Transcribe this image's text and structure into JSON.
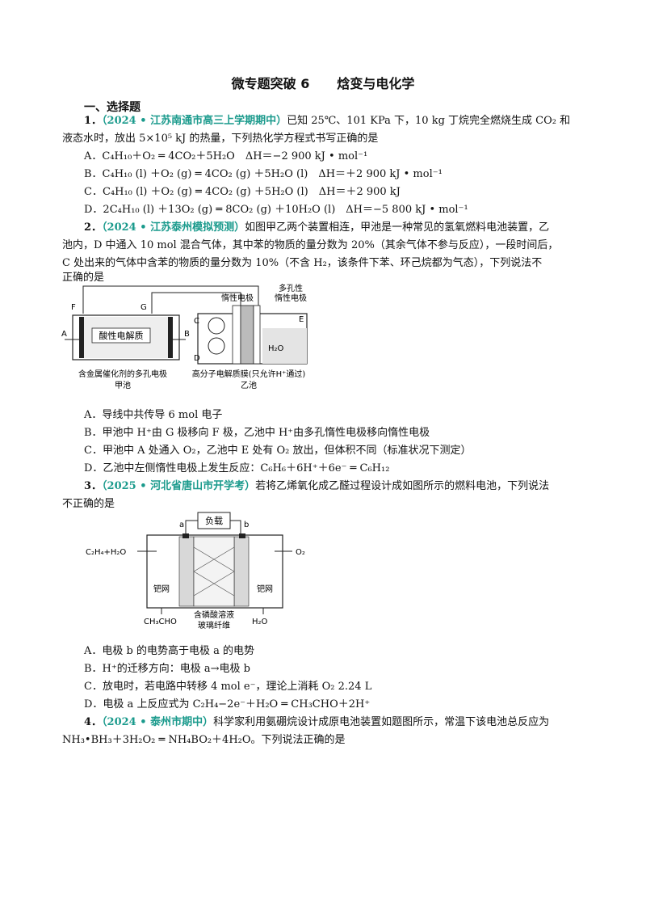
{
  "title": {
    "part1": "微专题突破 6",
    "part2": "焓变与电化学"
  },
  "section": "一、选择题",
  "q1": {
    "num": "1．",
    "source": "（2024 • 江苏南通市高三上学期期中）",
    "stem1": "已知 25℃、101 KPa 下，10 kg 丁烷完全燃烧生成 CO₂ 和",
    "stem2": "液态水时，放出 5×10⁵ kJ 的热量，下列热化学方程式书写正确的是",
    "A": "A．C₄H₁₀＋O₂ ═ 4CO₂＋5H₂O　ΔH＝−2 900 kJ • mol⁻¹",
    "B": "B．C₄H₁₀ (l) ＋O₂ (g) ═ 4CO₂ (g) ＋5H₂O (l)　ΔH＝＋2 900 kJ • mol⁻¹",
    "C": "C．C₄H₁₀ (l) ＋O₂ (g) ═ 4CO₂ (g) ＋5H₂O (l)　ΔH＝＋2 900 kJ",
    "D": "D．2C₄H₁₀ (l) ＋13O₂ (g) ═ 8CO₂ (g) ＋10H₂O (l)　ΔH＝−5 800 kJ • mol⁻¹"
  },
  "q2": {
    "num": "2．",
    "source": "（2024 • 江苏泰州模拟预测）",
    "stem1": "如图甲乙两个装置相连，甲池是一种常见的氢氧燃料电池装置，乙",
    "stem2": "池内，D 中通入 10 mol 混合气体，其中苯的物质的量分数为 20%（其余气体不参与反应），一段时间后，",
    "stem3": "C 处出来的气体中含苯的物质的量分数为 10%（不含 H₂，该条件下苯、环己烷都为气态），下列说法不",
    "stem4": "正确的是",
    "fig": {
      "F": "F",
      "G": "G",
      "A": "A",
      "B": "B",
      "C": "C",
      "D": "D",
      "E": "E",
      "electrolyte": "酸性电解质",
      "inert": "惰性电极",
      "porous1": "多孔性",
      "porous2": "惰性电极",
      "h2o": "H₂O",
      "cap1": "含金属催化剂的多孔电极",
      "cap2": "甲池",
      "cap3": "高分子电解质膜(只允许H⁺通过)",
      "cap4": "乙池"
    },
    "A": "A．导线中共传导 6 mol 电子",
    "B": "B．甲池中 H⁺由 G 极移向 F 极，乙池中 H⁺由多孔惰性电极移向惰性电极",
    "C": "C．甲池中 A 处通入 O₂，乙池中 E 处有 O₂ 放出，但体积不同（标准状况下测定）",
    "D": "D．乙池中左侧惰性电极上发生反应：C₆H₆＋6H⁺＋6e⁻ ═ C₆H₁₂"
  },
  "q3": {
    "num": "3．",
    "source": "（2025 • 河北省唐山市开学考）",
    "stem1": "若将乙烯氧化成乙醛过程设计成如图所示的燃料电池，下列说法",
    "stem2": "不正确的是",
    "fig": {
      "load": "负载",
      "a": "a",
      "b": "b",
      "in_left": "C₂H₄+H₂O",
      "in_right": "O₂",
      "pd_left": "钯网",
      "pd_right": "钯网",
      "mid1": "含磷酸溶液",
      "mid2": "玻璃纤维",
      "out_left": "CH₃CHO",
      "out_right": "H₂O"
    },
    "A": "A．电极 b 的电势高于电极 a 的电势",
    "B": "B．H⁺的迁移方向：电极 a→电极 b",
    "C": "C．放电时，若电路中转移 4 mol e⁻，理论上消耗 O₂ 2.24 L",
    "D": "D．电极 a 上反应式为 C₂H₄−2e⁻＋H₂O ═ CH₃CHO＋2H⁺"
  },
  "q4": {
    "num": "4．",
    "source": "（2024 • 泰州市期中）",
    "stem1": "科学家利用氨硼烷设计成原电池装置如题图所示，常温下该电池总反应为",
    "stem2": "NH₃•BH₃＋3H₂O₂ ═ NH₄BO₂＋4H₂O。下列说法正确的是"
  }
}
